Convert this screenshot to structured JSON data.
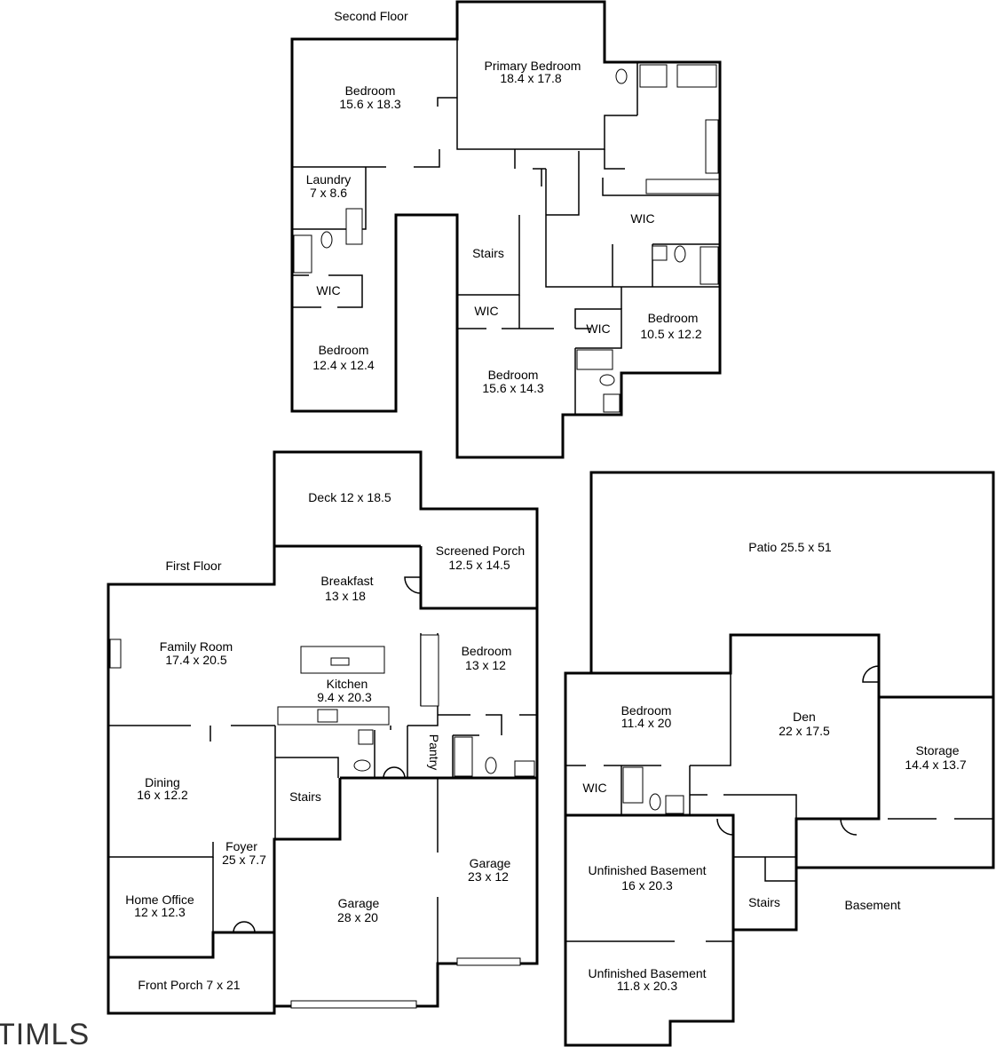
{
  "floors": {
    "second": "Second Floor",
    "first": "First Floor",
    "basement": "Basement"
  },
  "rooms": {
    "second_bedroom_a": {
      "name": "Bedroom",
      "dims": "15.6 x 18.3"
    },
    "primary_bedroom": {
      "name": "Primary Bedroom",
      "dims": "18.4 x 17.8"
    },
    "laundry": {
      "name": "Laundry",
      "dims": "7 x 8.6"
    },
    "second_wic_primary": {
      "name": "WIC"
    },
    "second_stairs": {
      "name": "Stairs"
    },
    "second_wic_left": {
      "name": "WIC"
    },
    "second_bedroom_b": {
      "name": "Bedroom",
      "dims": "12.4 x 12.4"
    },
    "second_wic_mid": {
      "name": "WIC"
    },
    "second_wic_right": {
      "name": "WIC"
    },
    "second_bedroom_c": {
      "name": "Bedroom",
      "dims": "10.5 x 12.2"
    },
    "second_bedroom_d": {
      "name": "Bedroom",
      "dims": "15.6 x 14.3"
    },
    "deck": {
      "name": "Deck 12 x 18.5"
    },
    "screened_porch": {
      "name": "Screened Porch",
      "dims": "12.5 x 14.5"
    },
    "breakfast": {
      "name": "Breakfast",
      "dims": "13 x 18"
    },
    "family_room": {
      "name": "Family Room",
      "dims": "17.4 x 20.5"
    },
    "kitchen": {
      "name": "Kitchen",
      "dims": "9.4 x 20.3"
    },
    "first_bedroom": {
      "name": "Bedroom",
      "dims": "13 x 12"
    },
    "pantry": {
      "name": "Pantry"
    },
    "dining": {
      "name": "Dining",
      "dims": "16 x 12.2"
    },
    "first_stairs": {
      "name": "Stairs"
    },
    "foyer": {
      "name": "Foyer",
      "dims": "25 x 7.7"
    },
    "home_office": {
      "name": "Home Office",
      "dims": "12 x 12.3"
    },
    "garage_large": {
      "name": "Garage",
      "dims": "28 x 20"
    },
    "garage_small": {
      "name": "Garage",
      "dims": "23 x 12"
    },
    "front_porch": {
      "name": "Front Porch 7 x 21"
    },
    "patio": {
      "name": "Patio 25.5 x 51"
    },
    "basement_bedroom": {
      "name": "Bedroom",
      "dims": "11.4 x 20"
    },
    "den": {
      "name": "Den",
      "dims": "22 x 17.5"
    },
    "storage": {
      "name": "Storage",
      "dims": "14.4 x 13.7"
    },
    "basement_wic": {
      "name": "WIC"
    },
    "unfinished_a": {
      "name": "Unfinished Basement",
      "dims": "16 x 20.3"
    },
    "basement_stairs": {
      "name": "Stairs"
    },
    "unfinished_b": {
      "name": "Unfinished Basement",
      "dims": "11.8 x 20.3"
    }
  },
  "logo": "TIMLS"
}
